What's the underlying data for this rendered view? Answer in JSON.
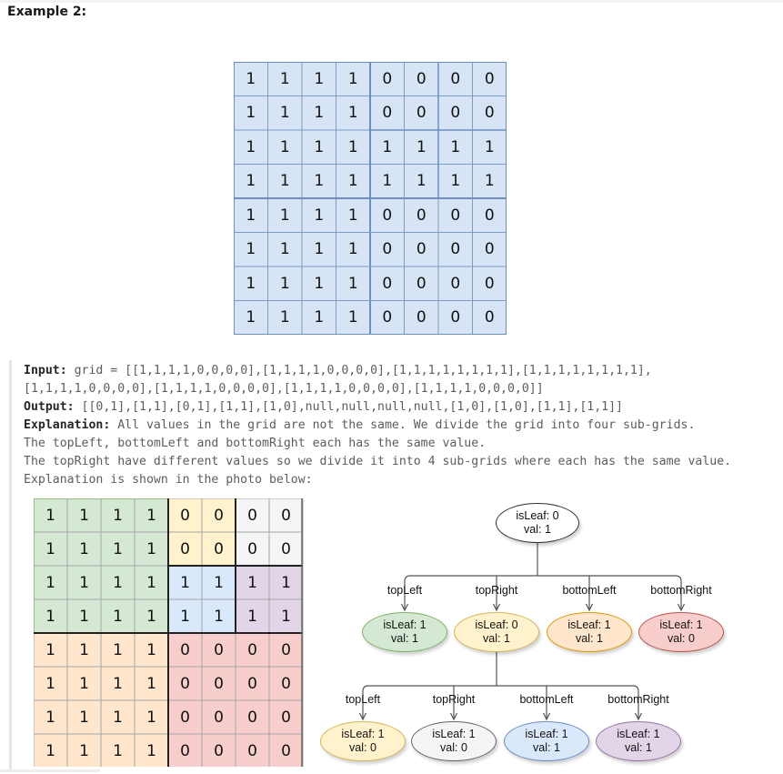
{
  "heading": "Example 2:",
  "grid1": {
    "rows": [
      [
        "1",
        "1",
        "1",
        "1",
        "0",
        "0",
        "0",
        "0"
      ],
      [
        "1",
        "1",
        "1",
        "1",
        "0",
        "0",
        "0",
        "0"
      ],
      [
        "1",
        "1",
        "1",
        "1",
        "1",
        "1",
        "1",
        "1"
      ],
      [
        "1",
        "1",
        "1",
        "1",
        "1",
        "1",
        "1",
        "1"
      ],
      [
        "1",
        "1",
        "1",
        "1",
        "0",
        "0",
        "0",
        "0"
      ],
      [
        "1",
        "1",
        "1",
        "1",
        "0",
        "0",
        "0",
        "0"
      ],
      [
        "1",
        "1",
        "1",
        "1",
        "0",
        "0",
        "0",
        "0"
      ],
      [
        "1",
        "1",
        "1",
        "1",
        "0",
        "0",
        "0",
        "0"
      ]
    ],
    "fill_color": "#d6e4f6",
    "line_color": "#7c9cc4"
  },
  "example": {
    "input_label": "Input:",
    "input_line1": " grid = [[1,1,1,1,0,0,0,0],[1,1,1,1,0,0,0,0],[1,1,1,1,1,1,1,1],[1,1,1,1,1,1,1,1],",
    "input_line2": "[1,1,1,1,0,0,0,0],[1,1,1,1,0,0,0,0],[1,1,1,1,0,0,0,0],[1,1,1,1,0,0,0,0]]",
    "output_label": "Output:",
    "output_value": " [[0,1],[1,1],[0,1],[1,1],[1,0],null,null,null,null,[1,0],[1,0],[1,1],[1,1]]",
    "explanation_label": "Explanation:",
    "explanation_line1": " All values in the grid are not the same. We divide the grid into four sub-grids.",
    "explanation_line2": "The topLeft, bottomLeft and bottomRight each has the same value.",
    "explanation_line3": "The topRight have different values so we divide it into 4 sub-grids where each has the same value.",
    "explanation_line4": "Explanation is shown in the photo below:"
  },
  "grid2": {
    "rows": [
      [
        "1",
        "1",
        "1",
        "1",
        "0",
        "0",
        "0",
        "0"
      ],
      [
        "1",
        "1",
        "1",
        "1",
        "0",
        "0",
        "0",
        "0"
      ],
      [
        "1",
        "1",
        "1",
        "1",
        "1",
        "1",
        "1",
        "1"
      ],
      [
        "1",
        "1",
        "1",
        "1",
        "1",
        "1",
        "1",
        "1"
      ],
      [
        "1",
        "1",
        "1",
        "1",
        "0",
        "0",
        "0",
        "0"
      ],
      [
        "1",
        "1",
        "1",
        "1",
        "0",
        "0",
        "0",
        "0"
      ],
      [
        "1",
        "1",
        "1",
        "1",
        "0",
        "0",
        "0",
        "0"
      ],
      [
        "1",
        "1",
        "1",
        "1",
        "0",
        "0",
        "0",
        "0"
      ]
    ],
    "colors": {
      "green": "#d5e8d4",
      "yellow": "#fff2cc",
      "gray": "#f5f5f5",
      "blue": "#dae8fc",
      "purple": "#e1d5e7",
      "orange": "#ffe6cc",
      "red": "#f8cecc"
    }
  },
  "tree": {
    "root": {
      "line1": "isLeaf: 0",
      "line2": "val: 1",
      "color": "#ffffff"
    },
    "level1": [
      {
        "edge": "topLeft",
        "line1": "isLeaf: 1",
        "line2": "val: 1",
        "color": "#d5e8d4",
        "border": "#82b366"
      },
      {
        "edge": "topRight",
        "line1": "isLeaf: 0",
        "line2": "val: 1",
        "color": "#fff2cc",
        "border": "#d6b656"
      },
      {
        "edge": "bottomLeft",
        "line1": "isLeaf: 1",
        "line2": "val: 1",
        "color": "#ffe6cc",
        "border": "#d79b00"
      },
      {
        "edge": "bottomRight",
        "line1": "isLeaf: 1",
        "line2": "val: 0",
        "color": "#f8cecc",
        "border": "#b85450"
      }
    ],
    "level2": [
      {
        "edge": "topLeft",
        "line1": "isLeaf: 1",
        "line2": "val: 0",
        "color": "#fff2cc",
        "border": "#d6b656"
      },
      {
        "edge": "topRight",
        "line1": "isLeaf: 1",
        "line2": "val: 0",
        "color": "#f5f5f5",
        "border": "#666666"
      },
      {
        "edge": "bottomLeft",
        "line1": "isLeaf: 1",
        "line2": "val: 1",
        "color": "#dae8fc",
        "border": "#6c8ebf"
      },
      {
        "edge": "bottomRight",
        "line1": "isLeaf: 1",
        "line2": "val: 1",
        "color": "#e1d5e7",
        "border": "#9673a6"
      }
    ]
  }
}
